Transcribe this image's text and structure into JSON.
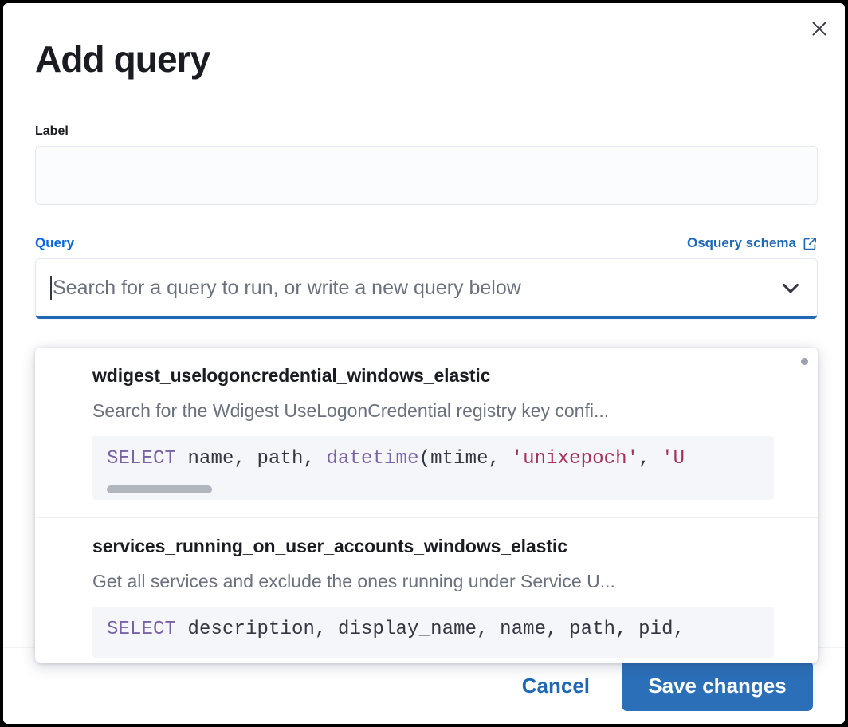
{
  "window": {
    "close_icon": "close-icon"
  },
  "header": {
    "title": "Add query"
  },
  "form": {
    "label_field": {
      "label": "Label",
      "value": "",
      "placeholder": ""
    },
    "query_field": {
      "label": "Query",
      "schema_link_text": "Osquery schema",
      "schema_link_icon": "external-link-icon",
      "placeholder": "Search for a query to run, or write a new query below",
      "value": "",
      "chevron_icon": "chevron-down-icon"
    }
  },
  "dropdown": {
    "options": [
      {
        "title": "wdigest_uselogoncredential_windows_elastic",
        "description": "Search for the Wdigest UseLogonCredential registry key confi...",
        "code_tokens": [
          {
            "text": "SELECT",
            "type": "keyword"
          },
          {
            "text": " name, path, ",
            "type": "plain"
          },
          {
            "text": "datetime",
            "type": "function"
          },
          {
            "text": "(mtime, ",
            "type": "plain"
          },
          {
            "text": "'unixepoch'",
            "type": "string"
          },
          {
            "text": ", ",
            "type": "plain"
          },
          {
            "text": "'U",
            "type": "string"
          }
        ],
        "has_horizontal_scrollbar": true
      },
      {
        "title": "services_running_on_user_accounts_windows_elastic",
        "description": "Get all services and exclude the ones running under Service U...",
        "code_tokens": [
          {
            "text": "SELECT",
            "type": "keyword"
          },
          {
            "text": " description, display_name, name, path, pid,",
            "type": "plain"
          }
        ],
        "has_horizontal_scrollbar": false
      }
    ]
  },
  "footer": {
    "cancel_label": "Cancel",
    "save_label": "Save changes"
  },
  "colors": {
    "accent_blue": "#1f68b5",
    "link_blue": "#0b64dd",
    "save_button": "#2a6fb8",
    "text_primary": "#1a1c21",
    "text_muted": "#6a717d",
    "code_bg": "#f5f6fa",
    "keyword": "#7b61a8",
    "string": "#a8305b"
  }
}
